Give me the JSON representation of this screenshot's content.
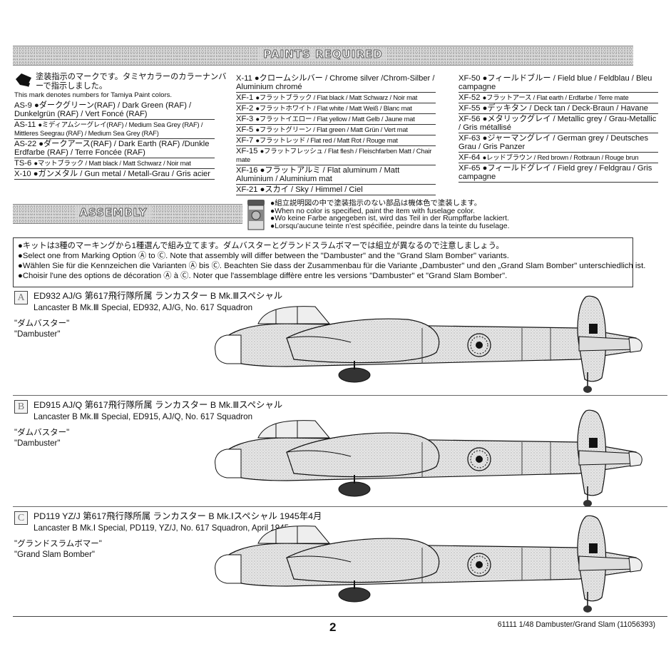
{
  "paints_banner": "PAINTS REQUIRED",
  "assembly_banner": "ASSEMBLY",
  "mark_note": {
    "jp": "塗装指示のマークです。タミヤカラーのカラーナンバーで指示しました。",
    "en": "This mark denotes numbers for Tamiya Paint colors."
  },
  "paints": {
    "col1": [
      {
        "code": "AS-9",
        "name": "●ダークグリーン(RAF) / Dark Green (RAF) / Dunkelgrün (RAF) / Vert Foncé (RAF)"
      },
      {
        "code": "AS-11",
        "name": "●ミディアムシーグレイ(RAF) / Medium Sea Grey (RAF) / Mittleres Seegrau (RAF) / Medium Sea Grey (RAF)",
        "small": true
      },
      {
        "code": "AS-22",
        "name": "●ダークアース(RAF) / Dark Earth (RAF) /Dunkle Erdfarbe (RAF) / Terre Foncée (RAF)"
      },
      {
        "code": "TS-6",
        "name": "●マットブラック / Matt black / Matt Schwarz / Noir mat",
        "small": true
      },
      {
        "code": "X-10",
        "name": "●ガンメタル / Gun metal / Metall-Grau / Gris acier"
      }
    ],
    "col2": [
      {
        "code": "X-11",
        "name": "●クロームシルバー / Chrome silver /Chrom-Silber / Aluminium chromé"
      },
      {
        "code": "XF-1",
        "name": "●フラットブラック / Flat black / Matt Schwarz / Noir mat",
        "small": true
      },
      {
        "code": "XF-2",
        "name": "●フラットホワイト / Flat white / Matt Weiß / Blanc mat",
        "small": true
      },
      {
        "code": "XF-3",
        "name": "●フラットイエロー / Flat yellow / Matt Gelb / Jaune mat",
        "small": true
      },
      {
        "code": "XF-5",
        "name": "●フラットグリーン / Flat green / Matt Grün / Vert mat",
        "small": true
      },
      {
        "code": "XF-7",
        "name": "●フラットレッド / Flat red / Matt Rot / Rouge mat",
        "small": true
      },
      {
        "code": "XF-15",
        "name": "●フラットフレッシュ / Flat flesh / Fleischfarben Matt / Chair mate",
        "small": true
      },
      {
        "code": "XF-16",
        "name": "●フラットアルミ / Flat aluminum / Matt Aluminium / Aluminium mat"
      },
      {
        "code": "XF-21",
        "name": "●スカイ / Sky / Himmel / Ciel"
      }
    ],
    "col3": [
      {
        "code": "XF-50",
        "name": "●フィールドブルー / Field blue / Feldblau / Bleu campagne"
      },
      {
        "code": "XF-52",
        "name": "●フラットアース / Flat earth / Erdfarbe / Terre mate",
        "small": true
      },
      {
        "code": "XF-55",
        "name": "●デッキタン / Deck tan / Deck-Braun / Havane"
      },
      {
        "code": "XF-56",
        "name": "●メタリックグレイ / Metallic grey / Grau-Metallic / Gris métallisé"
      },
      {
        "code": "XF-63",
        "name": "●ジャーマングレイ / German grey / Deutsches Grau / Gris Panzer"
      },
      {
        "code": "XF-64",
        "name": "●レッドブラウン / Red brown / Rotbraun / Rouge brun",
        "small": true
      },
      {
        "code": "XF-65",
        "name": "●フィールドグレイ / Field grey / Feldgrau / Gris campagne"
      }
    ]
  },
  "fuselage_note": [
    "●組立説明図の中で塗装指示のない部品は機体色で塗装します。",
    "●When no color is specified, paint the item with fuselage color.",
    "●Wo keine Farbe angegeben ist, wird das Teil in der Rumpffarbe lackiert.",
    "●Lorsqu'aucune teinte n'est spécifiée, peindre dans la teinte du fuselage."
  ],
  "kit_note": [
    "●キットは3種のマーキングから1種選んで組み立てます。ダムバスターとグランドスラムボマーでは組立が異なるので注意しましょう。",
    "●Select one from Marking Option Ⓐ to Ⓒ. Note that assembly will differ between the \"Dambuster\" and the \"Grand Slam Bomber\" variants.",
    "●Wählen Sie für die Kennzeichen die Varianten Ⓐ bis Ⓒ. Beachten Sie dass der Zusammenbau für die Variante „Dambuster\" und den „Grand Slam Bomber\" unterschiedlich ist.",
    "●Choisir l'une des options de décoration Ⓐ à Ⓒ. Noter que l'assemblage diffère entre les versions \"Dambuster\" et \"Grand Slam Bomber\"."
  ],
  "variants": [
    {
      "letter": "A",
      "title": "ED932 AJ/G 第617飛行隊所属 ランカスター B Mk.Ⅲスペシャル",
      "sub": "Lancaster B Mk.Ⅲ Special, ED932, AJ/G, No. 617 Squadron",
      "nick_jp": "\"ダムバスター\"",
      "nick_en": "\"Dambuster\""
    },
    {
      "letter": "B",
      "title": "ED915 AJ/Q 第617飛行隊所属 ランカスター B Mk.Ⅲスペシャル",
      "sub": "Lancaster B Mk.Ⅲ Special, ED915, AJ/Q, No. 617 Squadron",
      "nick_jp": "\"ダムバスター\"",
      "nick_en": "\"Dambuster\""
    },
    {
      "letter": "C",
      "title": "PD119 YZ/J 第617飛行隊所属 ランカスター B Mk.Ⅰスペシャル 1945年4月",
      "sub": "Lancaster B Mk.Ⅰ Special, PD119, YZ/J, No. 617 Squadron, April 1945",
      "nick_jp": "\"グランドスラムボマー\"",
      "nick_en": "\"Grand Slam Bomber\""
    }
  ],
  "footer": {
    "page": "2",
    "ref": "61111 1/48 Dambuster/Grand Slam (11056393)"
  }
}
